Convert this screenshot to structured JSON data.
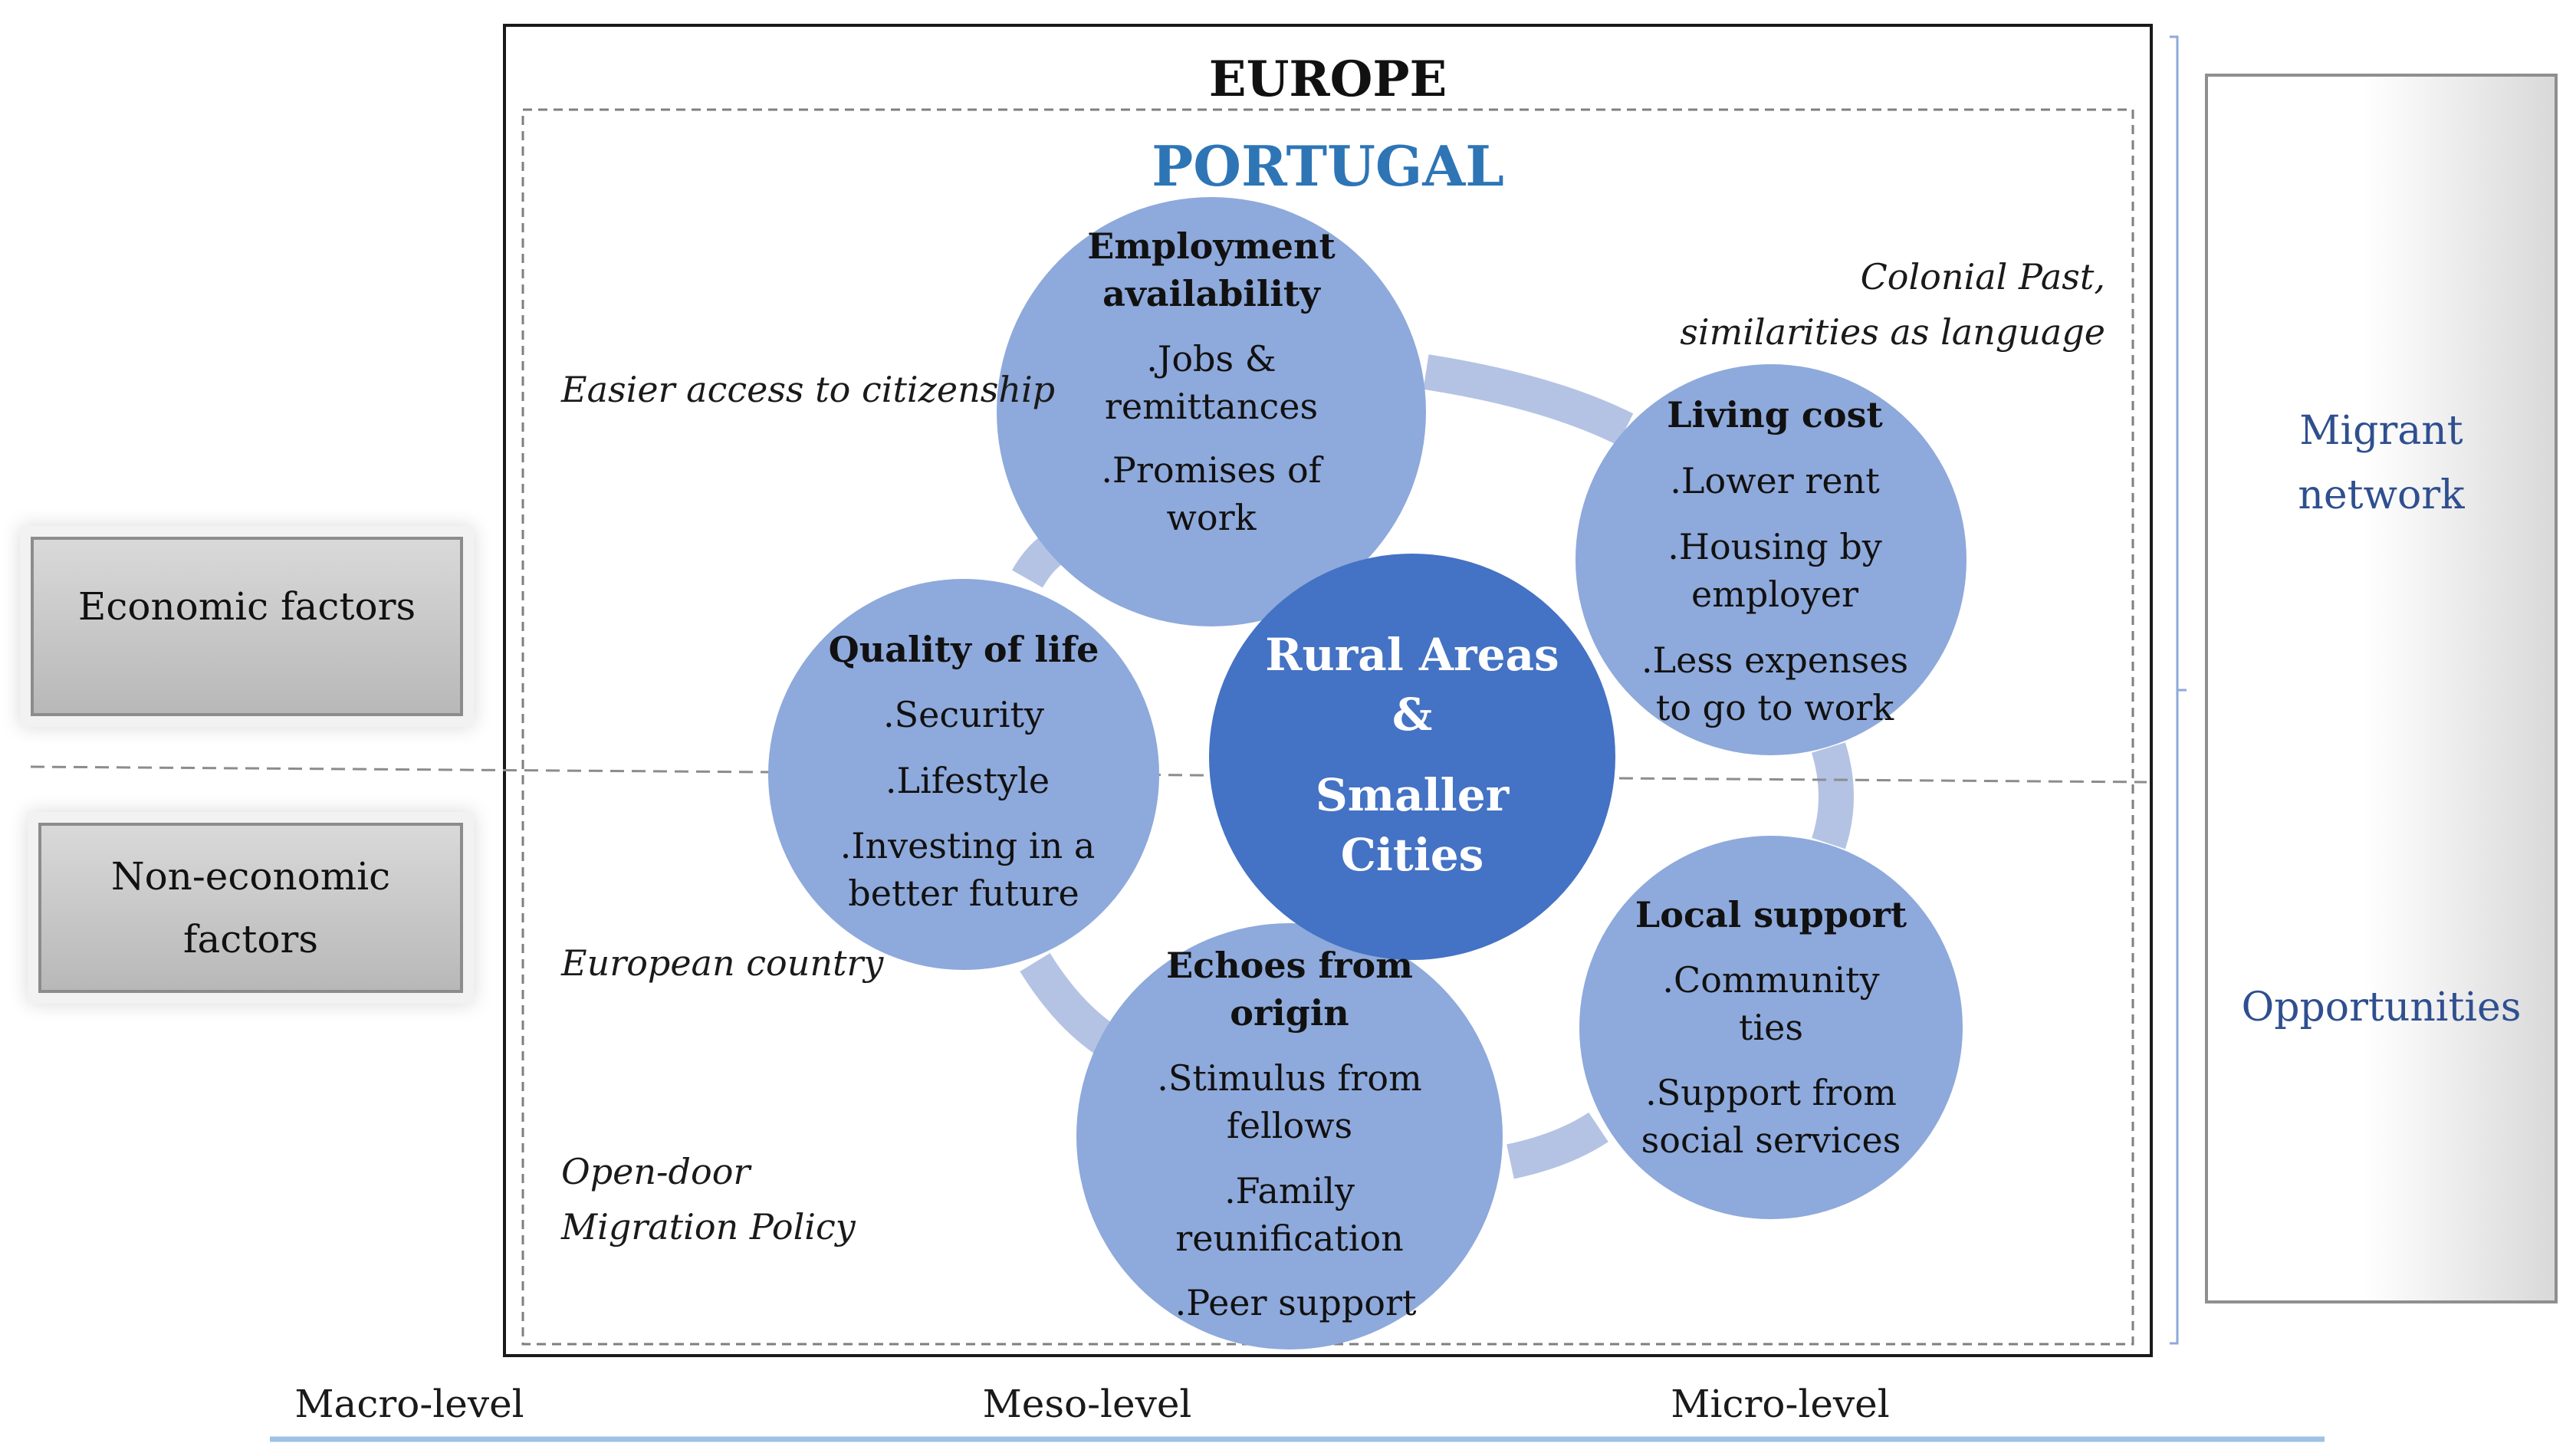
{
  "titles": {
    "outer": "EUROPE",
    "inner": "PORTUGAL"
  },
  "center": {
    "line1": "Rural Areas",
    "line2": "&",
    "line3": "Smaller",
    "line4": "Cities"
  },
  "nodes": {
    "employment": {
      "title1": "Employment",
      "title2": "availability",
      "items": [
        ".Jobs &",
        "remittances",
        ".Promises of",
        "work"
      ]
    },
    "living_cost": {
      "title": "Living cost",
      "items": [
        ".Lower rent",
        ".Housing by",
        "employer",
        ".Less expenses",
        "to go to work"
      ]
    },
    "local_support": {
      "title": "Local support",
      "items": [
        ".Community",
        "ties",
        ".Support from",
        "social services"
      ]
    },
    "echoes": {
      "title1": "Echoes from",
      "title2": "origin",
      "items": [
        ".Stimulus from",
        "fellows",
        ".Family",
        "reunification",
        ".Peer support"
      ]
    },
    "quality": {
      "title": "Quality of life",
      "items": [
        ".Security",
        ".Lifestyle",
        ".Investing in a",
        "better future"
      ]
    }
  },
  "annotations": {
    "citizenship": "Easier access to citizenship",
    "colonial1": "Colonial Past,",
    "colonial2": "similarities as language",
    "european": "European country",
    "policy1": "Open-door",
    "policy2": "Migration Policy"
  },
  "factors": {
    "economic": "Economic factors",
    "non_economic1": "Non-economic",
    "non_economic2": "factors"
  },
  "side": {
    "network1": "Migrant",
    "network2": "network",
    "opportunities": "Opportunities"
  },
  "levels": {
    "macro": "Macro-level",
    "meso": "Meso-level",
    "micro": "Micro-level"
  },
  "colors": {
    "node": "#8ea9db",
    "center": "#4472c4",
    "ring": "#b4c3e4",
    "portugal": "#2e75b6",
    "side_text": "#2f4f8f",
    "level_line": "#9dc3e6"
  }
}
